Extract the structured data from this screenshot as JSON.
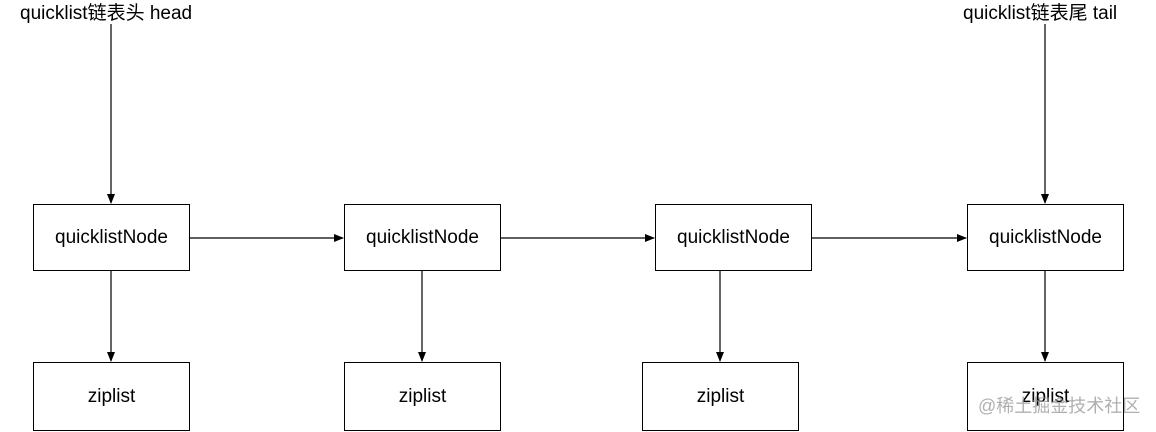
{
  "head_label": "quicklist链表头 head",
  "tail_label": "quicklist链表尾 tail",
  "nodes": [
    {
      "label": "quicklistNode",
      "child": "ziplist"
    },
    {
      "label": "quicklistNode",
      "child": "ziplist"
    },
    {
      "label": "quicklistNode",
      "child": "ziplist"
    },
    {
      "label": "quicklistNode",
      "child": "ziplist"
    }
  ],
  "watermark": "@稀土掘金技术社区"
}
